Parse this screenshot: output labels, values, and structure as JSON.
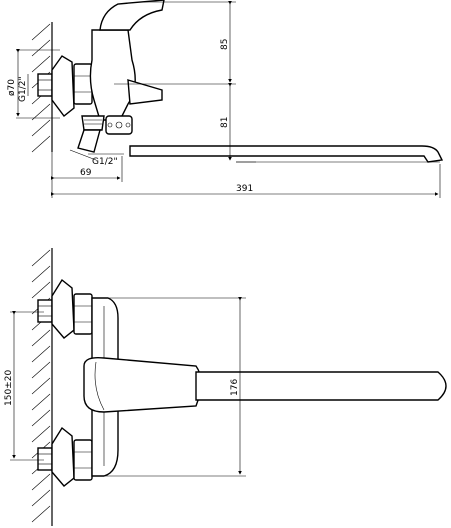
{
  "top_view": {
    "dim_height_upper": "85",
    "dim_height_lower": "81",
    "dim_diameter": "ø70",
    "dim_thread_upper": "G1/2\"",
    "dim_thread_lower": "G1/2\"",
    "dim_depth": "69",
    "dim_length": "391"
  },
  "bottom_view": {
    "dim_spacing": "150±20",
    "dim_handle": "176"
  }
}
